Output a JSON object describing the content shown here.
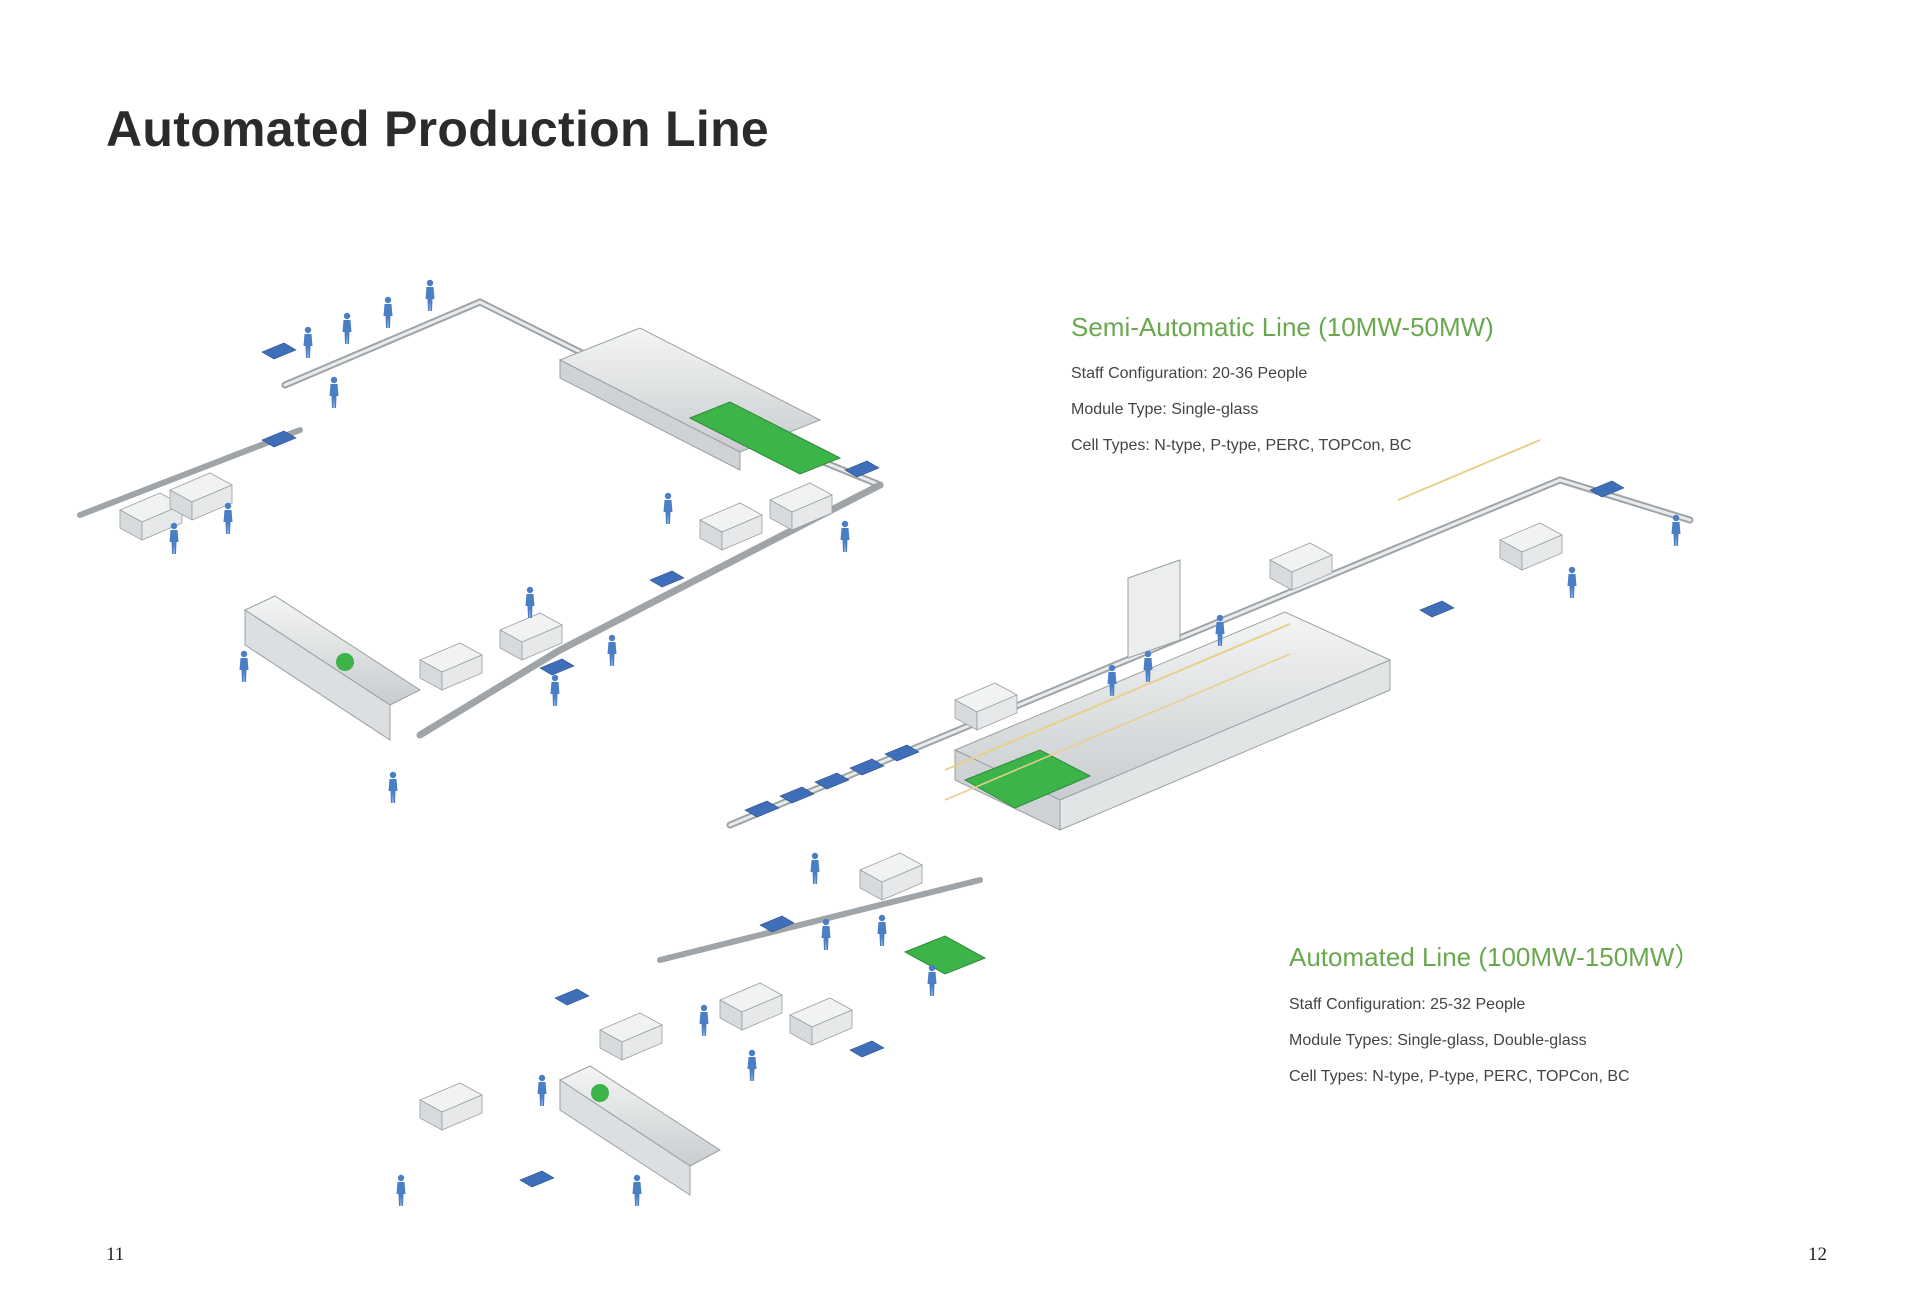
{
  "page": {
    "title": "Automated Production Line",
    "page_left": "11",
    "page_right": "12"
  },
  "semi_automatic": {
    "heading": "Semi-Automatic Line (10MW-50MW)",
    "lines": [
      "Staff Configuration: 20-36 People",
      "Module Type: Single-glass",
      "Cell Types: N-type, P-type, PERC, TOPCon, BC"
    ]
  },
  "automated": {
    "heading": "Automated Line (100MW-150MW）",
    "lines": [
      "Staff Configuration: 25-32 People",
      "Module Types: Single-glass, Double-glass",
      "Cell Types: N-type, P-type, PERC, TOPCon, BC"
    ]
  },
  "colors": {
    "accent_green": "#6aa84f",
    "machine_green": "#3cb44a",
    "panel_blue": "#3f6fb8",
    "worker_blue": "#4a7fc6"
  }
}
